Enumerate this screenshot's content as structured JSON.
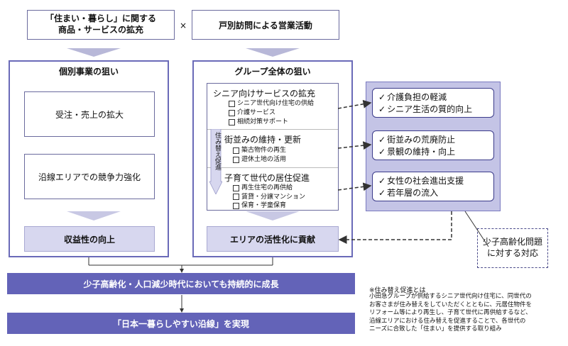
{
  "top": {
    "left_box": "「住まい・暮らし」に関する\n商品・サービスの拡充",
    "times": "×",
    "right_box": "戸別訪問による営業活動"
  },
  "individual": {
    "title": "個別事業の狙い",
    "item1": "受注・売上の拡大",
    "item2": "沿線エリアでの競争力強化",
    "result": "収益性の向上"
  },
  "group": {
    "title": "グループ全体の狙い",
    "side_label": "住み替え促進",
    "sections": [
      {
        "title": "シニア向けサービスの拡充",
        "items": [
          "シニア世代向け住宅の供給",
          "介護サービス",
          "相続対策サポート"
        ]
      },
      {
        "title": "街並みの維持・更新",
        "items": [
          "築古物件の再生",
          "遊休土地の活用"
        ]
      },
      {
        "title": "子育て世代の居住促進",
        "items": [
          "再生住宅の再供給",
          "賃貸・分譲マンション",
          "保育・学童保育"
        ]
      }
    ],
    "result": "エリアの活性化に貢献"
  },
  "effects": [
    [
      "介護負担の軽減",
      "シニア生活の質的向上"
    ],
    [
      "街並みの荒廃防止",
      "景観の維持・向上"
    ],
    [
      "女性の社会進出支援",
      "若年層の流入"
    ]
  ],
  "check_mark": "✓",
  "issue_box": "少子高齢化問題\nに対する対応",
  "bottom": {
    "bar1": "少子高齢化・人口減少時代においても持続的に成長",
    "bar2": "「日本一暮らしやすい沿線」を実現"
  },
  "footnote": {
    "heading": "※住み替え促進とは",
    "body": "小田急グループが供給するシニア世代向け住宅に、同世代の\nお客さまが住み替えをしていただくとともに、元居住物件を\nリフォーム等により再生し、子育て世代に再供給するなど、\n沿線エリアにおける住み替えを促進することで、各世代の\nニーズに合致した「住まい」を提供する取り組み"
  },
  "colors": {
    "panel_border": "#6a6ab8",
    "lavender": "#d7d7ef",
    "bar": "#6363b8",
    "arrow": "#b8b8d8"
  }
}
